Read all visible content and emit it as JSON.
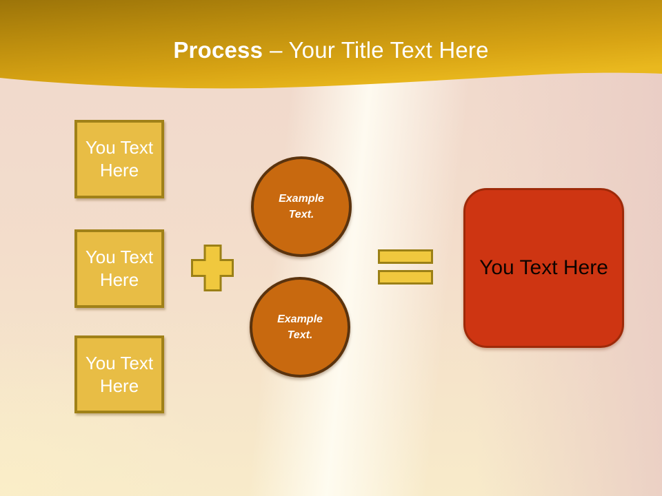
{
  "title": {
    "bold": "Process",
    "rest": "– Your Title Text Here"
  },
  "input_boxes": [
    {
      "label": "You Text Here"
    },
    {
      "label": "You Text Here"
    },
    {
      "label": "You Text Here"
    }
  ],
  "operators": {
    "plus": "plus-icon",
    "equals": "equals-icon"
  },
  "example_circles": [
    {
      "label": "Example Text."
    },
    {
      "label": "Example Text."
    }
  ],
  "result_box": {
    "label": "You Text Here"
  },
  "colors": {
    "header_gold_dark": "#9c7409",
    "header_gold_mid": "#c5920e",
    "header_gold_light": "#e6b31b",
    "box_fill": "#e8bd45",
    "box_border": "#a08118",
    "operator_fill": "#f0c83e",
    "operator_border": "#9b8016",
    "circle_fill": "#c8690f",
    "circle_border": "#5a330e",
    "result_fill": "#ce3512",
    "result_border": "#9e2a09",
    "background_pink": "#f2dcca",
    "background_cream": "#f8ebca",
    "title_text": "#ffffff"
  }
}
